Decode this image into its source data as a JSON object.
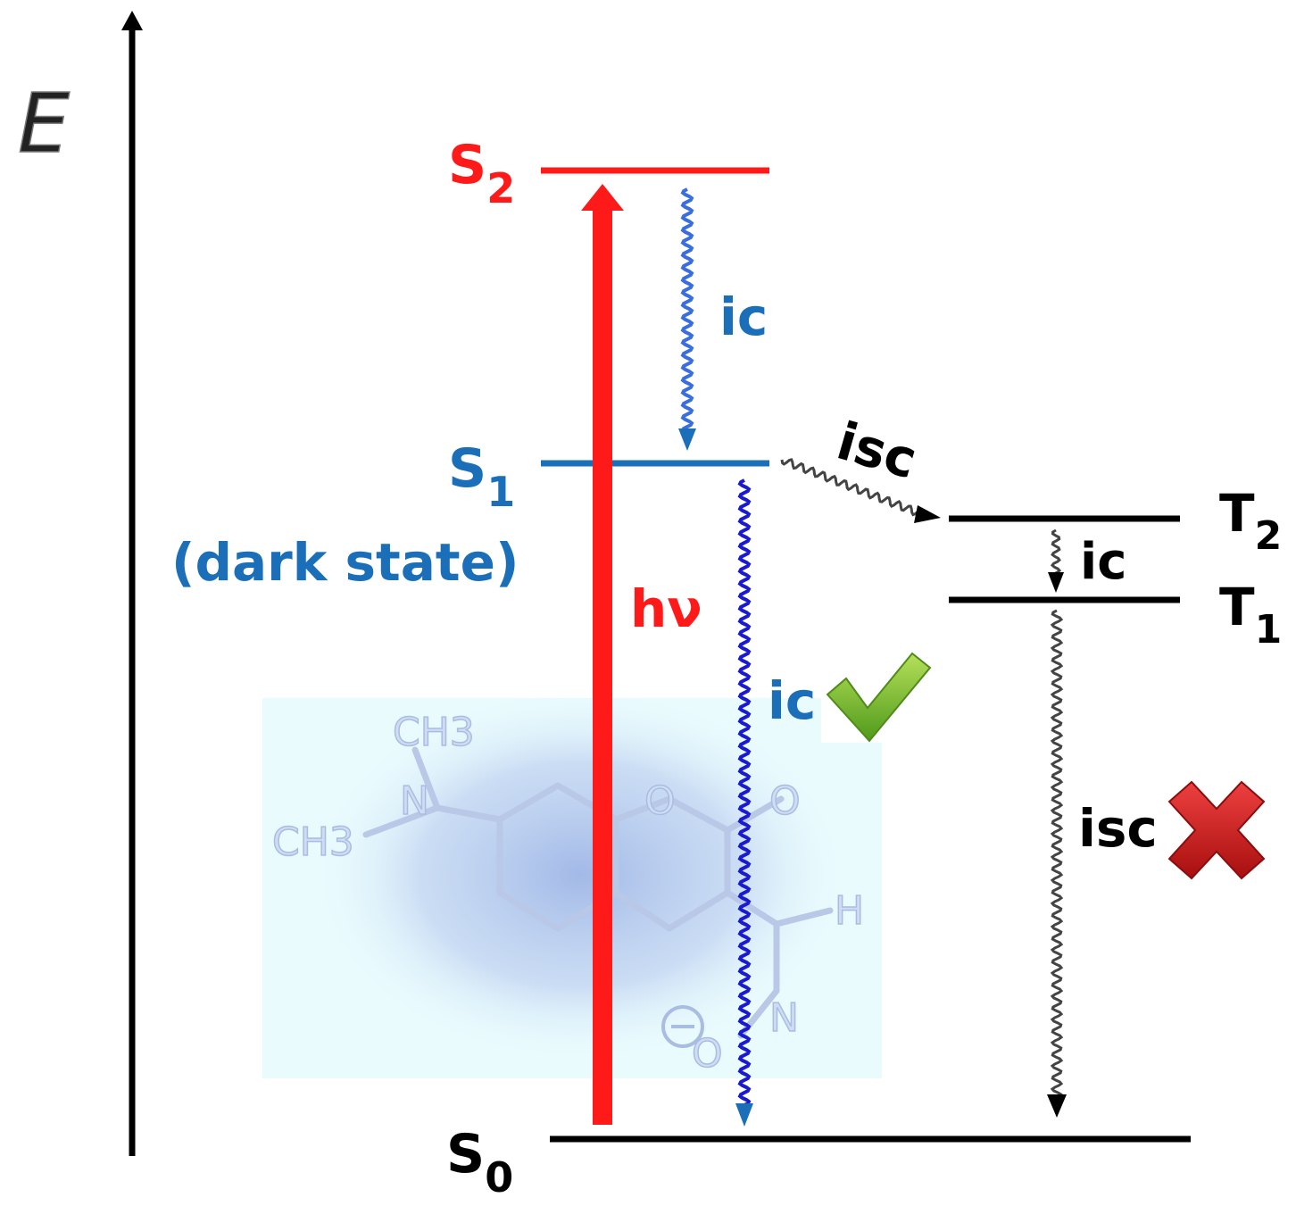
{
  "axis": {
    "label": "E",
    "color": "#000000"
  },
  "levels": {
    "s2": {
      "name": "S",
      "sub": "2",
      "color": "#ff1a1a"
    },
    "s1": {
      "name": "S",
      "sub": "1",
      "note": "(dark state)",
      "color": "#1a6fb8"
    },
    "s0": {
      "name": "S",
      "sub": "0",
      "color": "#000000"
    },
    "t2": {
      "name": "T",
      "sub": "2",
      "color": "#000000"
    },
    "t1": {
      "name": "T",
      "sub": "1",
      "color": "#000000"
    }
  },
  "transitions": {
    "absorption": {
      "label": "hν",
      "color": "#ff1a1a"
    },
    "ic_s2_s1": {
      "label": "ic",
      "color": "#1a6fb8"
    },
    "ic_s1_s0": {
      "label": "ic",
      "color": "#1a6fb8",
      "status": "allowed",
      "mark_color": "#6ab82a"
    },
    "isc_s1_t2": {
      "label": "isc",
      "color": "#000000"
    },
    "ic_t2_t1": {
      "label": "ic",
      "color": "#000000"
    },
    "isc_t1_s0": {
      "label": "isc",
      "color": "#000000",
      "status": "blocked",
      "mark_color": "#d42020"
    }
  },
  "molecule": {
    "atoms": [
      "CH3",
      "N",
      "CH3",
      "O",
      "O",
      "H",
      "N",
      "O"
    ],
    "background": "#e9fbfd",
    "glow": "#9fb6e6"
  }
}
